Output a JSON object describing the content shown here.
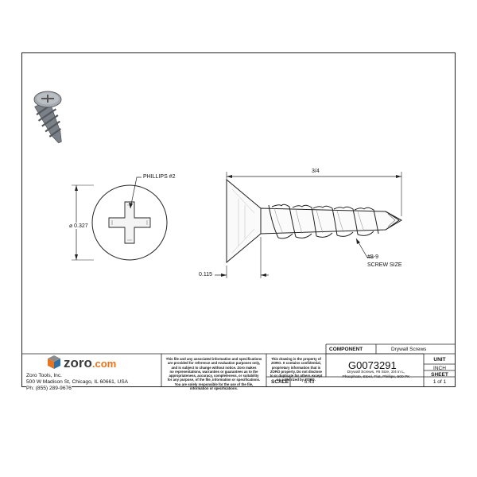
{
  "drawing": {
    "head_callout": "PHILLIPS #2",
    "diameter_label": "⌀ 0.327",
    "length_label": "3/4",
    "head_height_label": "0.115",
    "thread_label_1": "#8-9",
    "thread_label_2": "SCREW SIZE"
  },
  "company": {
    "logo_word": "zoro",
    "logo_suffix": ".com",
    "name": "Zoro Tools, Inc.",
    "address": "500 W Madison St, Chicago, IL 60661, USA",
    "phone": "Ph: (855) 289-9676"
  },
  "disclaimer": {
    "lines": [
      "This file and any associated information and specifications",
      "are provided for reference and evaluation purposes only,",
      "and is subject to change without notice. Zoro makes",
      "no representations, warranties or guarantees as to the",
      "appropriateness, accuracy, completeness, or suitability",
      "for any purpose, of the file, information or specifications.",
      "You are solely responsible for the use of the file,",
      "information or specifications."
    ]
  },
  "property": {
    "lines": [
      "This drawing is the property of",
      "ZORO. It contains confidential,",
      "proprietary information that is",
      "ZORO property. Do not disclose",
      "to or duplicate for others except",
      "as authorized by ZORO."
    ]
  },
  "title_block": {
    "component_label": "COMPONENT",
    "component_value": "Drywall Screws",
    "part_number": "G0073291",
    "description_line1": "Drywall Screws, #6 Size, 3/4 in L,",
    "description_line2": "Phosphate, Steel, Flat, Phillips, 500 PK",
    "scale_label": "SCALE",
    "scale_value": "5.43",
    "unit_label": "UNIT",
    "unit_value": "INCH",
    "sheet_label": "SHEET",
    "sheet_value": "1 of 1"
  },
  "colors": {
    "logo_orange": "#e8731e",
    "logo_blue": "#2f6fa6",
    "logo_gray": "#8c8c8c",
    "screw_gray": "#8e959b"
  }
}
